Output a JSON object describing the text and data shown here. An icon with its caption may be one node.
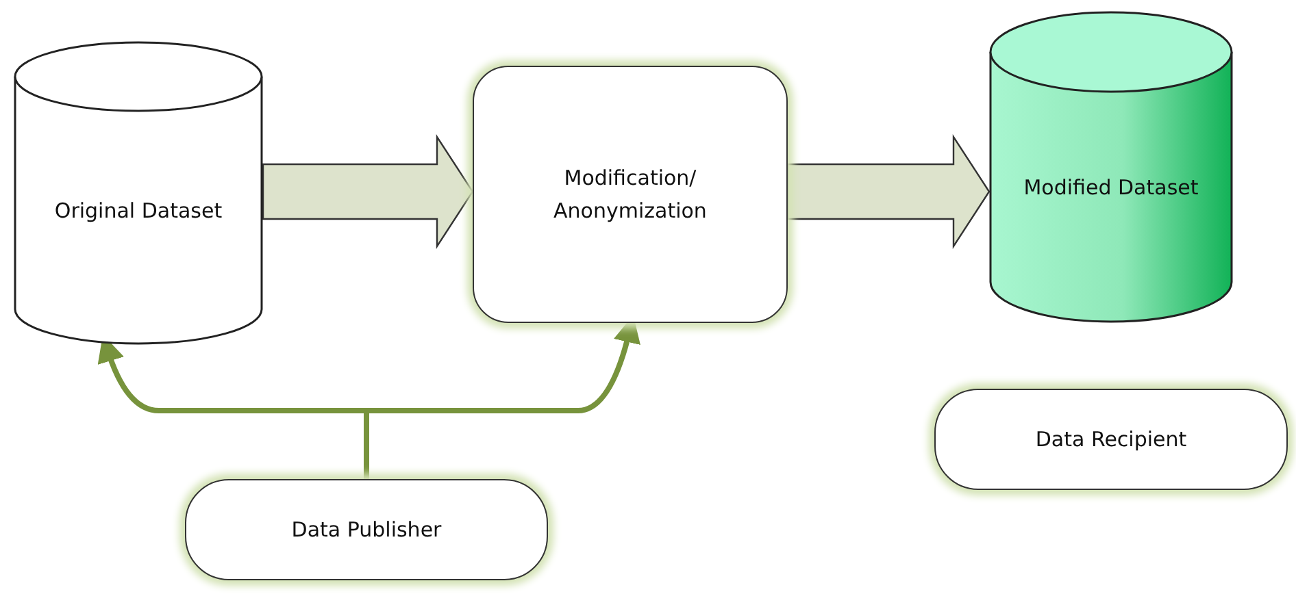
{
  "diagram": {
    "nodes": [
      {
        "text": [
          "Original Dataset"
        ]
      },
      {
        "text": [
          "Modification/ Anonymization"
        ]
      },
      {
        "text": [
          "Modified Dataset"
        ]
      },
      {
        "text": [
          "Data Publisher"
        ]
      },
      {
        "text": [
          "Data Recipient"
        ]
      }
    ],
    "edges": [
      {
        "from": 0,
        "to": 1,
        "arrow": "to",
        "style": "thick"
      },
      {
        "from": 1,
        "to": 2,
        "arrow": "to",
        "style": "thick"
      },
      {
        "from": 3,
        "to": 0,
        "arrow": "to",
        "color": "#77933c"
      },
      {
        "from": 3,
        "to": 1,
        "arrow": "to",
        "color": "#77933c"
      }
    ]
  }
}
